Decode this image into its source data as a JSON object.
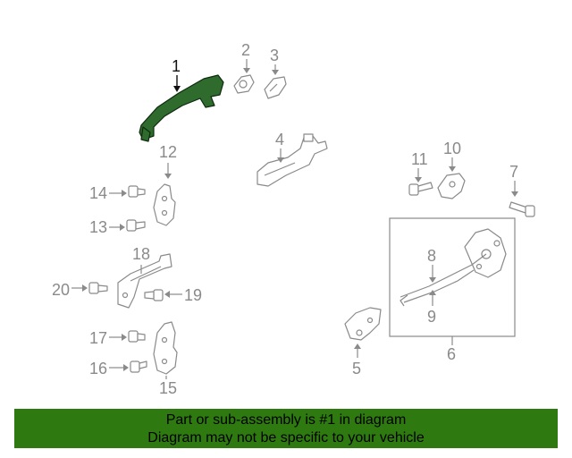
{
  "callouts": {
    "c1": "1",
    "c2": "2",
    "c3": "3",
    "c4": "4",
    "c5": "5",
    "c6": "6",
    "c7": "7",
    "c8": "8",
    "c9": "9",
    "c10": "10",
    "c11": "11",
    "c12": "12",
    "c13": "13",
    "c14": "14",
    "c15": "15",
    "c16": "16",
    "c17": "17",
    "c18": "18",
    "c19": "19",
    "c20": "20"
  },
  "highlight_color": "#2e6b2c",
  "banner": {
    "line1": "Part or sub-assembly is #1 in diagram",
    "line2": "Diagram may not be specific to your vehicle",
    "color": "#2f7a10"
  }
}
